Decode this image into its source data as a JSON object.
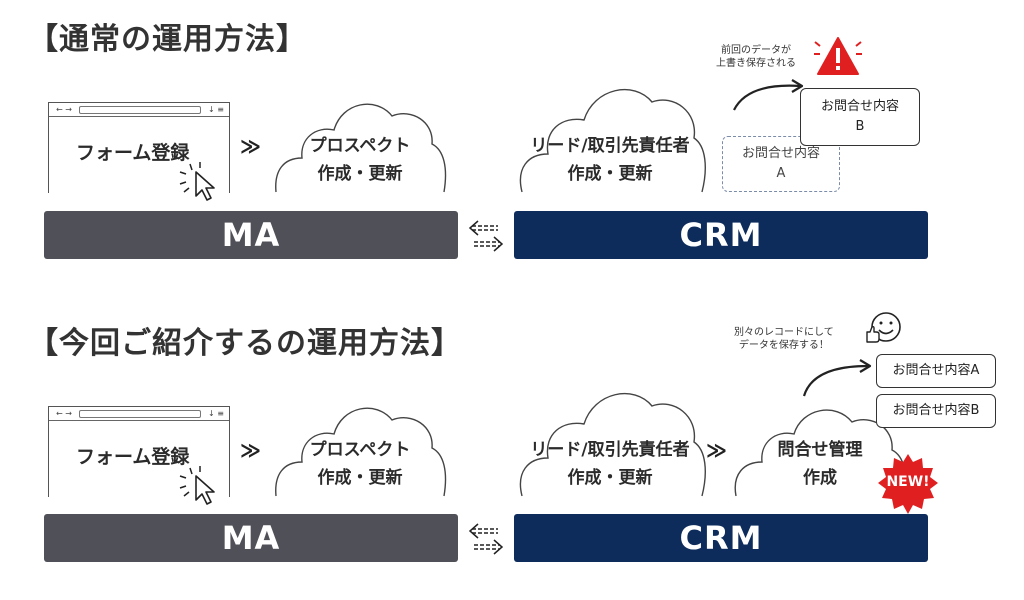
{
  "sections": [
    {
      "heading": "【通常の運用方法】",
      "form_label": "フォーム登録",
      "prospect_line1": "プロスペクト",
      "prospect_line2": "作成・更新",
      "lead_line1": "リード/取引先責任者",
      "lead_line2": "作成・更新",
      "ma_label": "MA",
      "crm_label": "CRM",
      "note_line1": "前回のデータが",
      "note_line2": "上書き保存される",
      "card_a_line1": "お問合せ内容",
      "card_a_line2": "A",
      "card_b_line1": "お問合せ内容",
      "card_b_line2": "B"
    },
    {
      "heading": "【今回ご紹介するの運用方法】",
      "form_label": "フォーム登録",
      "prospect_line1": "プロスペクト",
      "prospect_line2": "作成・更新",
      "lead_line1": "リード/取引先責任者",
      "lead_line2": "作成・更新",
      "inquiry_line1": "問合せ管理",
      "inquiry_line2": "作成",
      "new_badge": "NEW!",
      "ma_label": "MA",
      "crm_label": "CRM",
      "note_line1": "別々のレコードにして",
      "note_line2": "データを保存する！",
      "card_a": "お問合せ内容A",
      "card_b": "お問合せ内容B"
    }
  ],
  "colors": {
    "ma_bar": "#505058",
    "crm_bar": "#0d2c5c",
    "warning": "#e02020",
    "new_badge": "#e02020"
  }
}
